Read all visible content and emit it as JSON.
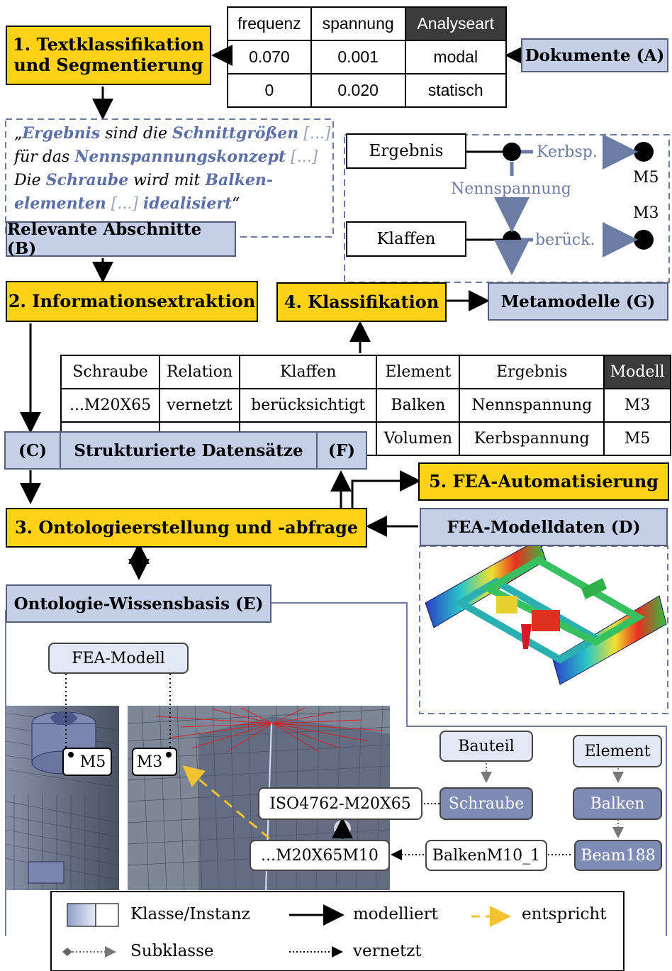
{
  "documents_table": {
    "headers": [
      "frequenz",
      "spannung",
      "Analyseart"
    ],
    "rows": [
      [
        "0.070",
        "0.001",
        "modal"
      ],
      [
        "0",
        "0.020",
        "statisch"
      ]
    ]
  },
  "steps": {
    "s1": "1. Textklassifikation und Segmentierung",
    "s2": "2. Informationsextraktion",
    "s3": "3. Ontologieerstellung und -abfrage",
    "s4": "4. Klassifikation",
    "s5": "5. FEA-Automatisierung"
  },
  "labels": {
    "A": "Dokumente (A)",
    "B": "Relevante Abschnitte (B)",
    "C": "(C)",
    "CF": "Strukturierte Datensätze",
    "F": "(F)",
    "D": "FEA-Modelldaten (D)",
    "E": "Ontologie-Wissensbasis (E)",
    "G": "Metamodelle (G)"
  },
  "quote": {
    "q1": "„",
    "q2": "Ergebnis",
    "q3": " sind die ",
    "q4": "Schnittgrößen",
    "q5": " [...]",
    "q6": "für das ",
    "q7": "Nennspannungskonzept",
    "q8": " [...]",
    "q9": "Die ",
    "q10": "Schraube",
    "q11": " wird mit ",
    "q12": "Balken-",
    "q13": "elementen",
    "q14": " [...] ",
    "q15": "idealisiert",
    "q16": "“"
  },
  "metamodel": {
    "ergebnis": "Ergebnis",
    "klaffen": "Klaffen",
    "kerbsp": "Kerbsp.",
    "nennspannung": "Nennspannung",
    "berueck": "berück.",
    "m5": "M5",
    "m3": "M3"
  },
  "data_table": {
    "headers": [
      "Schraube",
      "Relation",
      "Klaffen",
      "Element",
      "Ergebnis",
      "Modell"
    ],
    "row1": [
      "...M20X65",
      "vernetzt",
      "berücksichtigt",
      "Balken",
      "Nennspannung",
      "M3"
    ],
    "row2": [
      "Volumen",
      "Kerbspannung",
      "M5"
    ]
  },
  "ontology": {
    "fea_modell": "FEA-Modell",
    "m5": "M5",
    "m3": "M3",
    "bauteil": "Bauteil",
    "element": "Element",
    "schraube": "Schraube",
    "balken": "Balken",
    "iso": "ISO4762-M20X65",
    "m20": "...M20X65M10",
    "balkenm10": "BalkenM10_1",
    "beam": "Beam188"
  },
  "legend": {
    "klasse": "Klasse/Instanz",
    "modelliert": "modelliert",
    "entspricht": "entspricht",
    "subklasse": "Subklasse",
    "vernetzt": "vernetzt"
  },
  "colors": {
    "yellow": "#fcd116",
    "blue_box": "#c6cfe8",
    "instance": "#7e8bb5",
    "highlight": "#5c6fa6"
  }
}
